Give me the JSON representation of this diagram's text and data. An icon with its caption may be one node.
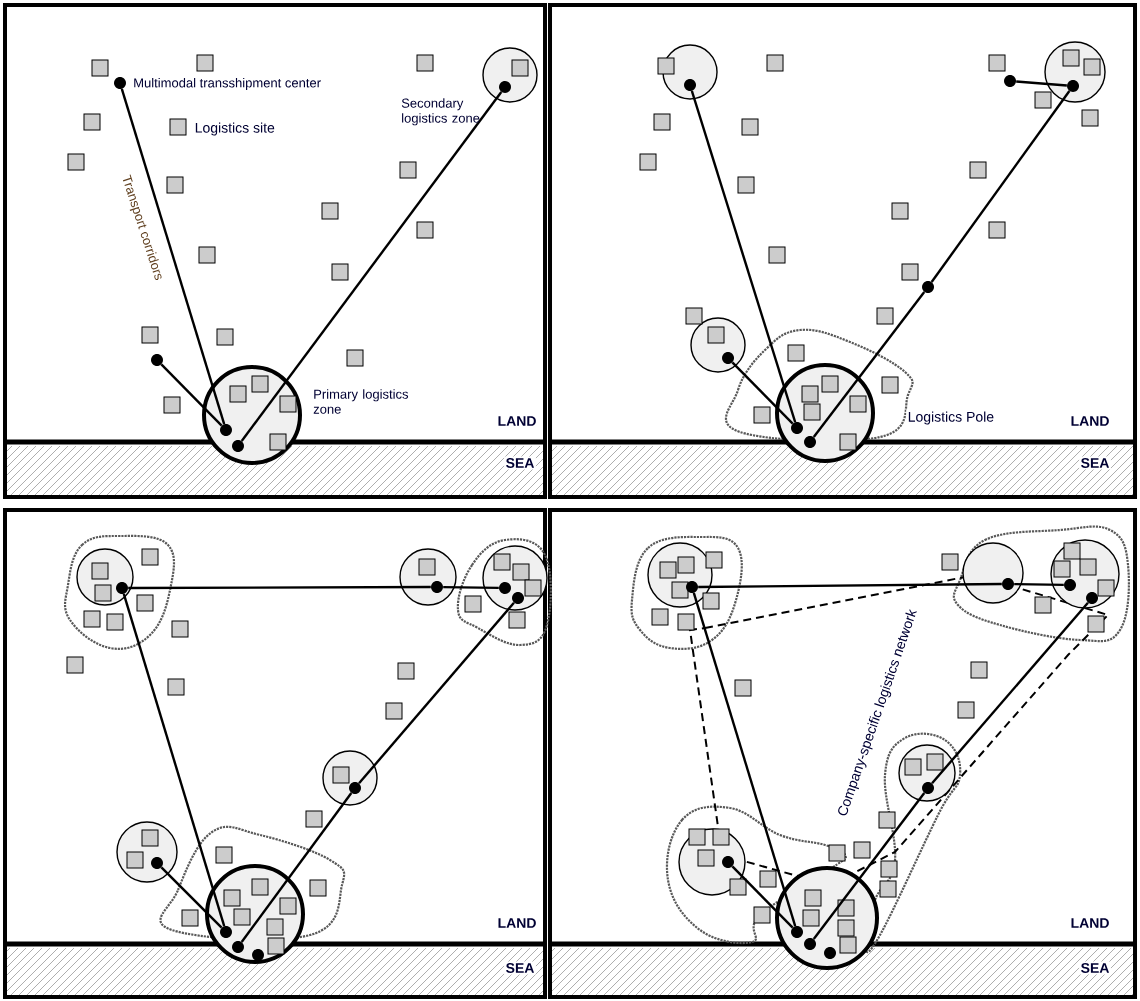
{
  "diagram": {
    "nodes": [
      {
        "text": [],
        "shape": "circle",
        "beside": [
          "Multimodal transshipment center"
        ]
      },
      {
        "text": [],
        "shape": "circle",
        "beside": [
          "Secondary logistics zone"
        ]
      },
      {
        "text": [],
        "shape": "circle",
        "in": 1
      },
      {
        "text": [],
        "shape": "circle",
        "beside": [
          "Primary logistics zone"
        ]
      },
      {
        "text": [],
        "shape": "circle",
        "in": 3
      },
      {
        "text": [],
        "shape": "circle",
        "in": 3
      },
      {
        "text": [],
        "shape": "circle"
      },
      {
        "text": [],
        "shape": "circle"
      },
      {
        "text": [],
        "shape": "circle",
        "in": 7
      },
      {
        "text": [],
        "shape": "circle"
      },
      {
        "text": [],
        "shape": "circle",
        "in": 9
      },
      {
        "text": [],
        "shape": "circle"
      },
      {
        "text": [],
        "shape": "circle"
      },
      {
        "text": [],
        "shape": "circle"
      },
      {
        "text": [],
        "shape": "circle",
        "in": 13
      },
      {
        "text": [],
        "shape": "circle"
      },
      {
        "text": [],
        "shape": "circle",
        "in": 15
      },
      {
        "text": [],
        "shape": "circle",
        "in": 15
      },
      {
        "text": [],
        "shape": "circle"
      },
      {
        "text": [],
        "shape": "circle",
        "in": 18
      },
      {
        "text": [],
        "shape": "circle"
      },
      {
        "text": [],
        "shape": "circle",
        "in": 20
      },
      {
        "text": [],
        "shape": "circle"
      },
      {
        "text": [],
        "shape": "circle",
        "in": 22
      },
      {
        "text": [],
        "shape": "circle",
        "in": 22
      },
      {
        "text": [],
        "shape": "circle"
      },
      {
        "text": [],
        "shape": "circle",
        "in": 25
      },
      {
        "text": [],
        "shape": "circle"
      },
      {
        "text": [],
        "shape": "circle",
        "in": 27
      },
      {
        "text": [],
        "shape": "circle"
      },
      {
        "text": [],
        "shape": "circle",
        "in": 29
      },
      {
        "text": [],
        "shape": "circle",
        "in": 29
      },
      {
        "text": [],
        "shape": "circle",
        "in": 29
      },
      {
        "text": [],
        "shape": "circle"
      },
      {
        "text": [],
        "shape": "circle",
        "in": 33
      },
      {
        "text": [],
        "shape": "circle"
      },
      {
        "text": [],
        "shape": "circle",
        "in": 35
      },
      {
        "text": [],
        "shape": "circle"
      },
      {
        "text": [],
        "shape": "circle",
        "in": 37
      },
      {
        "text": [],
        "shape": "circle",
        "in": 37
      },
      {
        "text": [],
        "shape": "circle"
      },
      {
        "text": [],
        "shape": "circle",
        "in": 40
      },
      {
        "text": [],
        "shape": "circle"
      },
      {
        "text": [],
        "shape": "circle",
        "in": 42
      },
      {
        "text": [],
        "shape": "circle"
      },
      {
        "text": [],
        "shape": "circle",
        "in": 44
      },
      {
        "text": [],
        "shape": "circle",
        "in": 44
      },
      {
        "text": [],
        "shape": "circle",
        "in": 44
      }
    ],
    "edges": [
      {
        "from": 0,
        "to": 4,
        "arrow": "none",
        "label": "Transport corridors"
      },
      {
        "from": 2,
        "to": 5,
        "arrow": "none"
      },
      {
        "from": 6,
        "to": 4,
        "arrow": "none"
      },
      {
        "from": 8,
        "to": 16,
        "arrow": "none"
      },
      {
        "from": 11,
        "to": 10,
        "arrow": "none"
      },
      {
        "from": 10,
        "to": 12,
        "arrow": "none"
      },
      {
        "from": 12,
        "to": 17,
        "arrow": "none"
      },
      {
        "from": 14,
        "to": 16,
        "arrow": "none"
      },
      {
        "from": 19,
        "to": 21,
        "arrow": "none"
      },
      {
        "from": 21,
        "to": 23,
        "arrow": "none"
      },
      {
        "from": 19,
        "to": 30,
        "arrow": "none"
      },
      {
        "from": 24,
        "to": 26,
        "arrow": "none"
      },
      {
        "from": 26,
        "to": 31,
        "arrow": "none"
      },
      {
        "from": 28,
        "to": 30,
        "arrow": "none"
      },
      {
        "from": 34,
        "to": 36,
        "arrow": "none"
      },
      {
        "from": 36,
        "to": 38,
        "arrow": "none"
      },
      {
        "from": 34,
        "to": 45,
        "arrow": "none"
      },
      {
        "from": 39,
        "to": 41,
        "arrow": "none"
      },
      {
        "from": 41,
        "to": 46,
        "arrow": "none"
      },
      {
        "from": 43,
        "to": 45,
        "arrow": "none"
      }
    ],
    "labels": [
      "Logistics site",
      "LAND",
      "SEA",
      "Logistics Pole",
      "LAND",
      "SEA",
      "LAND",
      "SEA",
      "Company-specific logistics network",
      "LAND",
      "SEA"
    ]
  }
}
